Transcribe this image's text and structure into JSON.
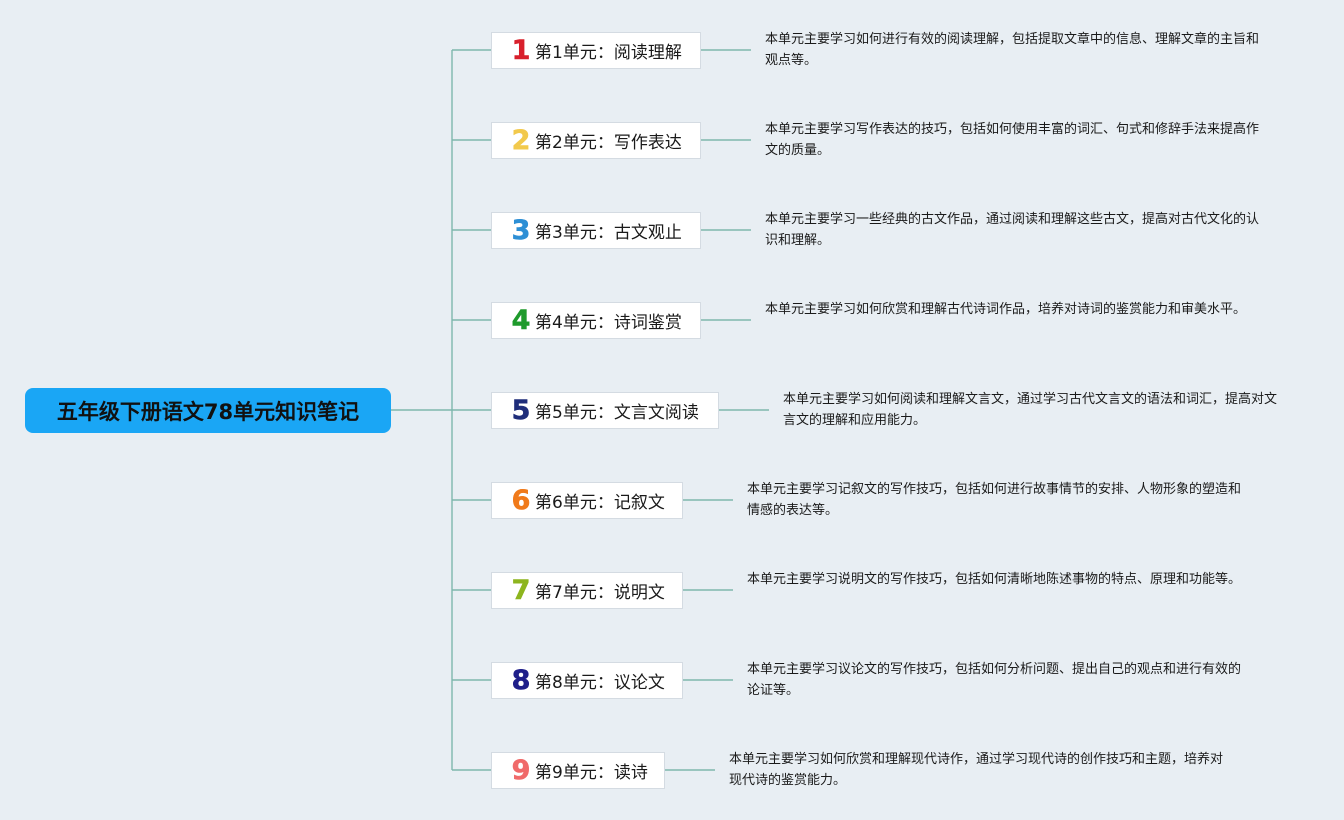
{
  "root": {
    "title": "五年级下册语文78单元知识笔记",
    "color": "#1aa6f5"
  },
  "branch_color": "#7fb7ad",
  "units": [
    {
      "number": "1",
      "color": "#d8202c",
      "label": "第1单元：阅读理解",
      "desc": "本单元主要学习如何进行有效的阅读理解，包括提取文章中的信息、理解文章的主旨和观点等。"
    },
    {
      "number": "2",
      "color": "#f2c94c",
      "label": "第2单元：写作表达",
      "desc": "本单元主要学习写作表达的技巧，包括如何使用丰富的词汇、句式和修辞手法来提高作文的质量。"
    },
    {
      "number": "3",
      "color": "#2d8fd5",
      "label": "第3单元：古文观止",
      "desc": "本单元主要学习一些经典的古文作品，通过阅读和理解这些古文，提高对古代文化的认识和理解。"
    },
    {
      "number": "4",
      "color": "#1f9a2c",
      "label": "第4单元：诗词鉴赏",
      "desc": "本单元主要学习如何欣赏和理解古代诗词作品，培养对诗词的鉴赏能力和审美水平。"
    },
    {
      "number": "5",
      "color": "#1e2d7a",
      "label": "第5单元：文言文阅读",
      "desc": "本单元主要学习如何阅读和理解文言文，通过学习古代文言文的语法和词汇，提高对文言文的理解和应用能力。"
    },
    {
      "number": "6",
      "color": "#f07a1a",
      "label": "第6单元：记叙文",
      "desc": "本单元主要学习记叙文的写作技巧，包括如何进行故事情节的安排、人物形象的塑造和情感的表达等。"
    },
    {
      "number": "7",
      "color": "#8db51e",
      "label": "第7单元：说明文",
      "desc": "本单元主要学习说明文的写作技巧，包括如何清晰地陈述事物的特点、原理和功能等。"
    },
    {
      "number": "8",
      "color": "#1f1f8a",
      "label": "第8单元：议论文",
      "desc": "本单元主要学习议论文的写作技巧，包括如何分析问题、提出自己的观点和进行有效的论证等。"
    },
    {
      "number": "9",
      "color": "#f06a6a",
      "label": "第9单元：读诗",
      "desc": "本单元主要学习如何欣赏和理解现代诗作，通过学习现代诗的创作技巧和主题，培养对现代诗的鉴赏能力。"
    }
  ]
}
